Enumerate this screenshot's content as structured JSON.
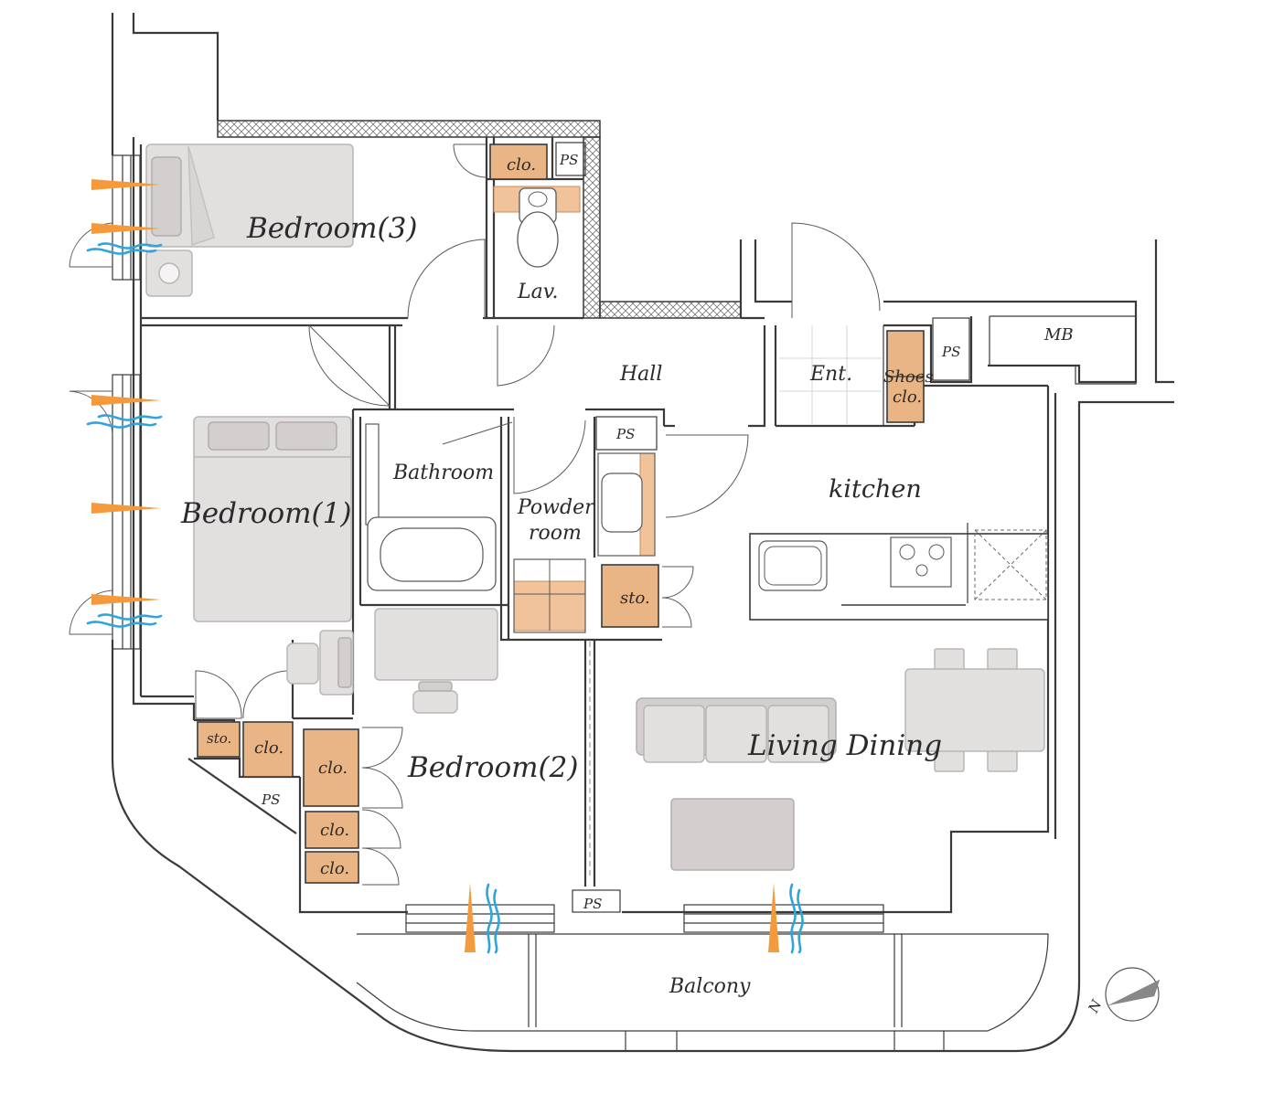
{
  "rooms": {
    "bedroom3": "Bedroom(3)",
    "bedroom1": "Bedroom(1)",
    "bedroom2": "Bedroom(2)",
    "lav": "Lav.",
    "hall": "Hall",
    "ent": "Ent.",
    "shoes_line1": "Shoes",
    "shoes_line2": "clo.",
    "kitchen": "kitchen",
    "bathroom": "Bathroom",
    "powder_line1": "Powder",
    "powder_line2": "room",
    "living_dining": "Living Dining",
    "balcony": "Balcony",
    "mb": "MB"
  },
  "storage": {
    "clo": "clo.",
    "sto": "sto.",
    "ps": "PS"
  },
  "compass": {
    "north": "N"
  },
  "colors": {
    "storage": "#eab585",
    "furniture": "#e2dfdf",
    "wind_arrow": "#f59a3c",
    "wind_flow": "#2ea6dd",
    "wall": "#3a3a3a"
  }
}
